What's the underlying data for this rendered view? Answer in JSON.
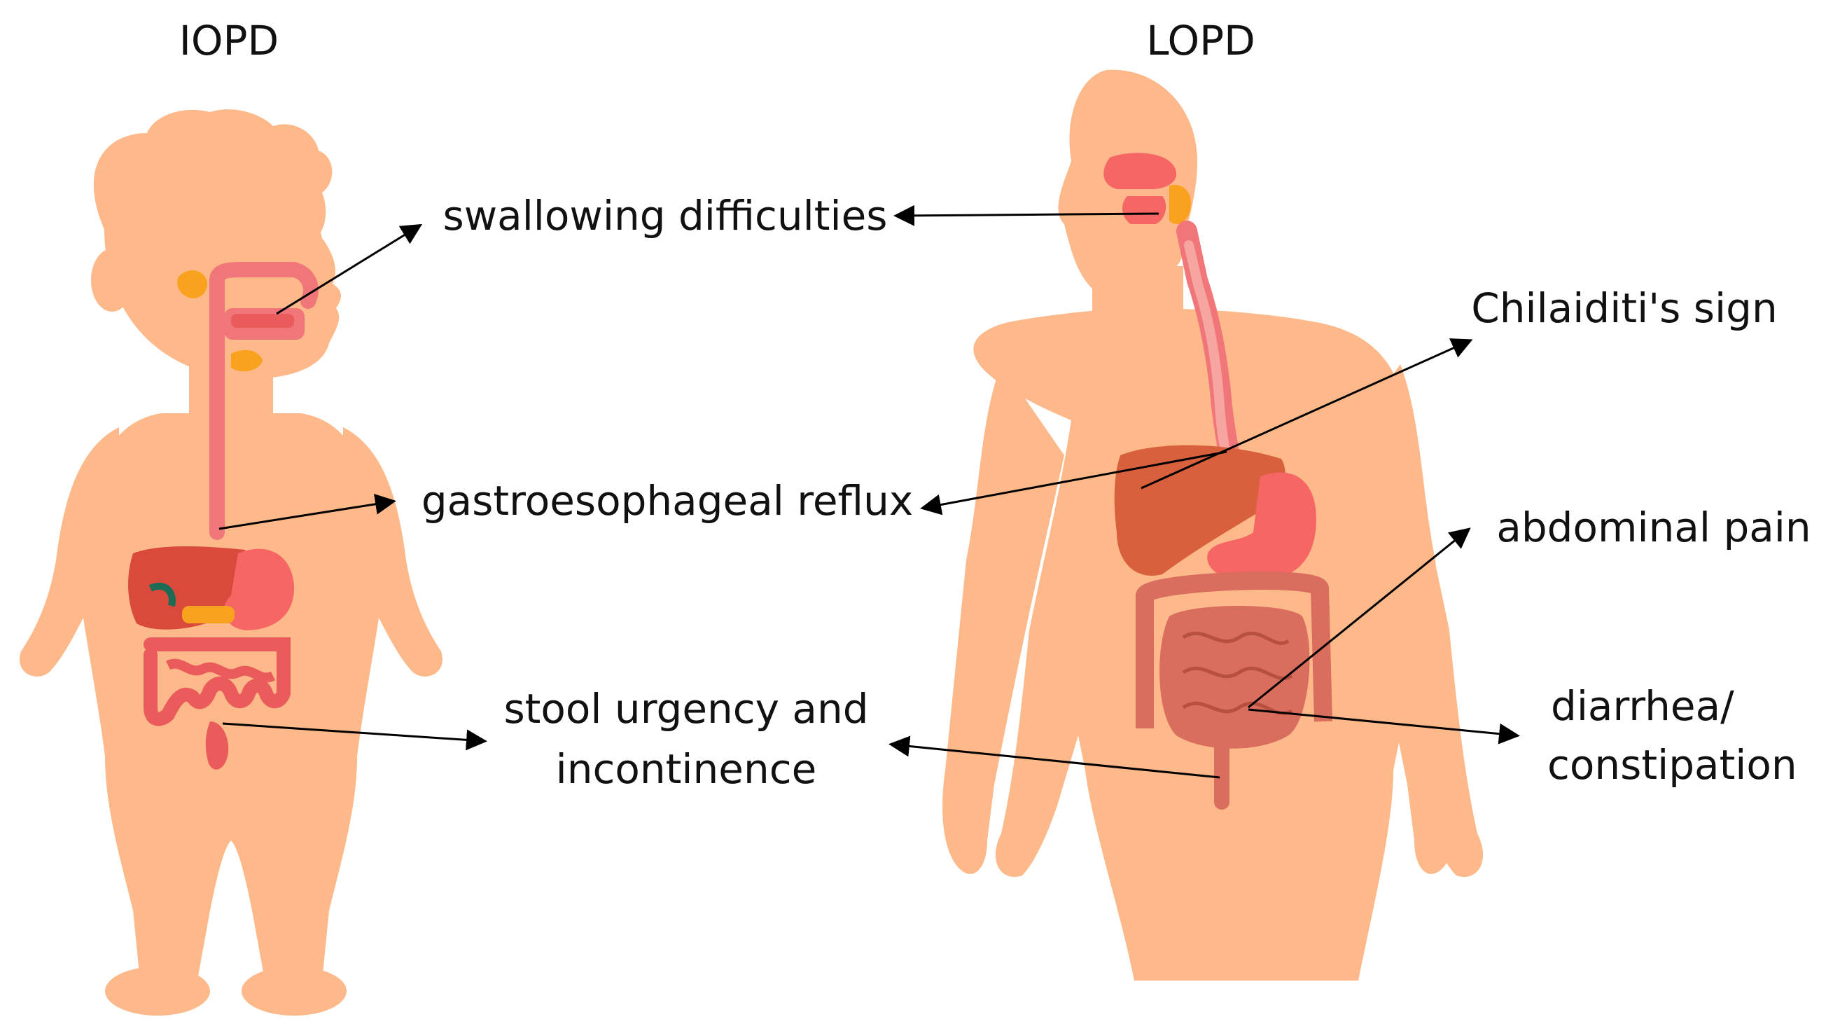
{
  "headings": {
    "iopd": "IOPD",
    "lopd": "LOPD"
  },
  "labels": {
    "swallowing": "swallowing difficulties",
    "chilaiditi": "Chilaiditi's sign",
    "gerd": "gastroesophageal reflux",
    "abdominal_pain": "abdominal pain",
    "stool_line1": "stool urgency and",
    "stool_line2": "incontinence",
    "diarrhea_line1": "diarrhea/",
    "diarrhea_line2": "constipation"
  },
  "colors": {
    "skin": "#FDB98A",
    "esophagus": "#F0767A",
    "esophagus_inner": "#F7A5A0",
    "liver": "#D9603C",
    "stomach": "#F66665",
    "intestine": "#D96D5E",
    "intestine_child": "#EA5B5B",
    "gland": "#F8A21F",
    "gallbladder": "#1B6B55",
    "arrow": "#000000",
    "text": "#111111"
  }
}
